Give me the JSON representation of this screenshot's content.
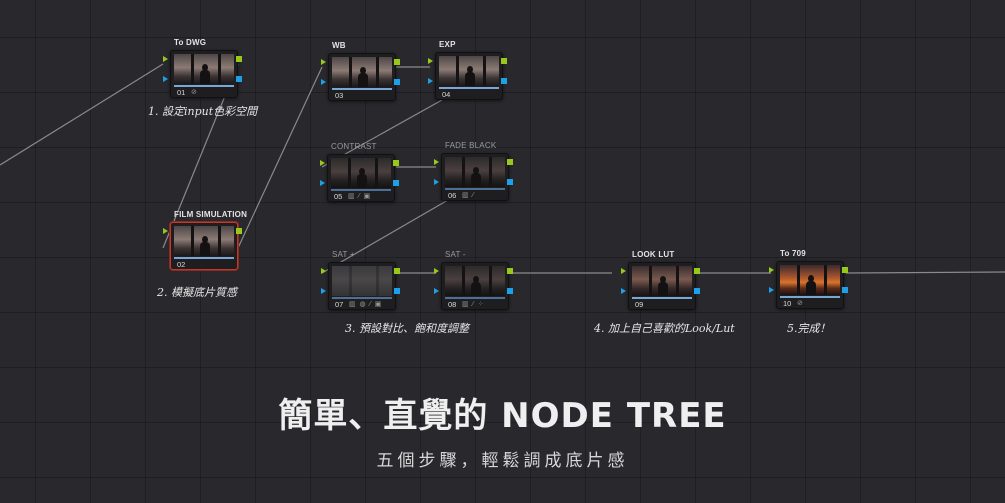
{
  "nodes": [
    {
      "id": "01",
      "label": "To DWG",
      "number": "01",
      "icons": "⊘"
    },
    {
      "id": "02",
      "label": "FILM SIMULATION",
      "number": "02",
      "icons": ""
    },
    {
      "id": "03",
      "label": "WB",
      "number": "03",
      "icons": ""
    },
    {
      "id": "04",
      "label": "EXP",
      "number": "04",
      "icons": ""
    },
    {
      "id": "05",
      "label": "CONTRAST",
      "number": "05",
      "icons": "▥ ⁄ ▣"
    },
    {
      "id": "06",
      "label": "FADE BLACK",
      "number": "06",
      "icons": "▥ ⁄"
    },
    {
      "id": "07",
      "label": "SAT +",
      "number": "07",
      "icons": "▥ ◍ ⁄ ▣"
    },
    {
      "id": "08",
      "label": "SAT -",
      "number": "08",
      "icons": "▥ ⁄ ⁘"
    },
    {
      "id": "09",
      "label": "LOOK LUT",
      "number": "09",
      "icons": ""
    },
    {
      "id": "10",
      "label": "To 709",
      "number": "10",
      "icons": "⊘"
    }
  ],
  "annotations": {
    "step1": "1. 設定input色彩空間",
    "step2": "2. 模擬底片質感",
    "step3": "3. 預設對比、飽和度調整",
    "step4": "4. 加上自己喜歡的Look/Lut",
    "step5": "5.完成！"
  },
  "headline": {
    "title": "簡單、直覺的 NODE TREE",
    "subtitle": "五個步驟，輕鬆調成底片感"
  },
  "colors": {
    "background": "#28282d",
    "rgb_port": "#98c81a",
    "key_port": "#1ea0e8",
    "selected_border": "#c0392b",
    "wire": "#8a8a8a"
  }
}
